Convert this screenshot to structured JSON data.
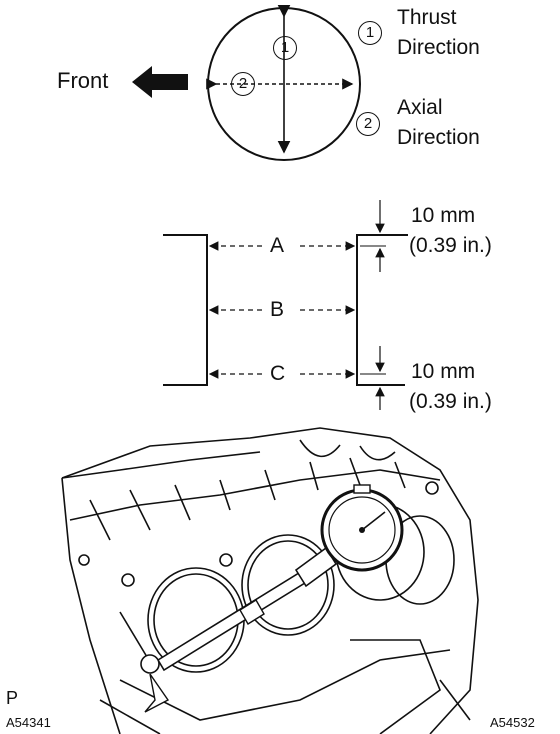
{
  "top_view": {
    "front_label": "Front",
    "marker_thrust": "1",
    "marker_axial": "2",
    "legend": [
      {
        "num": "1",
        "line1": "Thrust",
        "line2": "Direction"
      },
      {
        "num": "2",
        "line1": "Axial",
        "line2": "Direction"
      }
    ]
  },
  "positions": {
    "a": "A",
    "b": "B",
    "c": "C",
    "top_offset": {
      "line1": "10 mm",
      "line2": "(0.39 in.)"
    },
    "bottom_offset": {
      "line1": "10 mm",
      "line2": "(0.39 in.)"
    }
  },
  "footer": {
    "left_code_letter": "P",
    "left_code": "A54341",
    "right_code": "A54532"
  }
}
